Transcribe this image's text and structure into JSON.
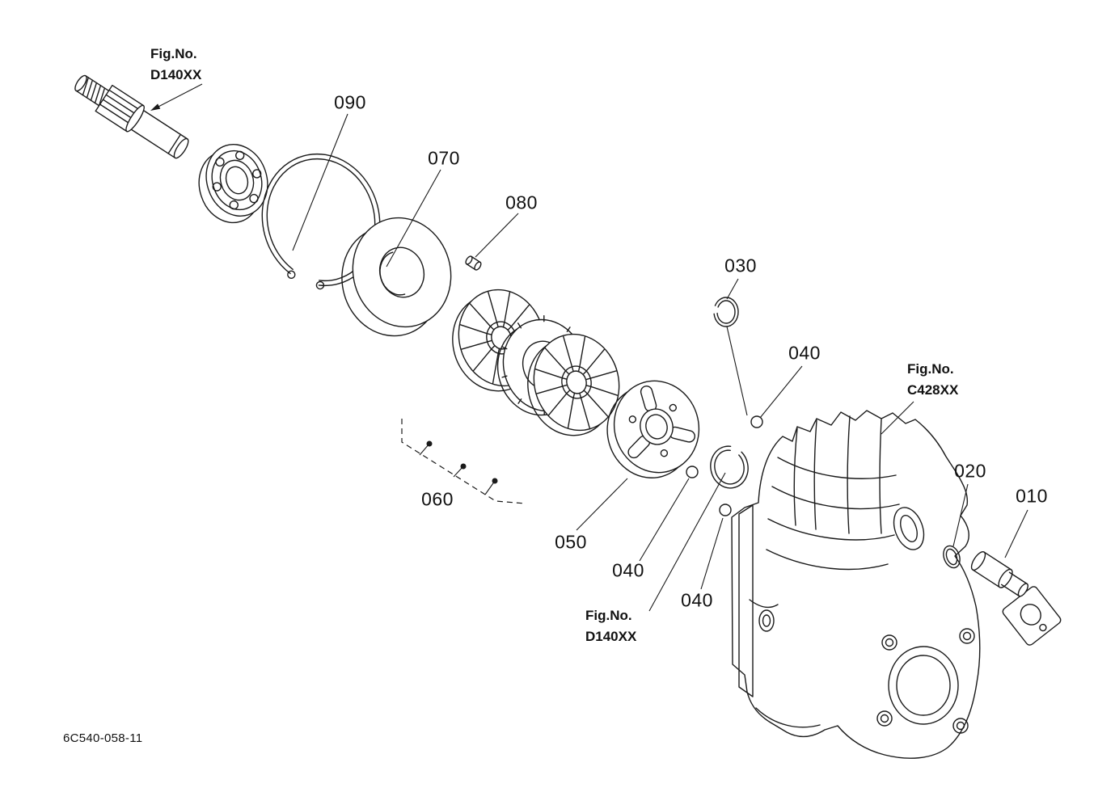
{
  "page": {
    "background": "#ffffff",
    "line_color": "#1a1a1a",
    "drawing_number": "6C540-058-11"
  },
  "fig_refs": {
    "top": {
      "line1": "Fig.No.",
      "line2": "D140XX"
    },
    "case": {
      "line1": "Fig.No.",
      "line2": "C428XX"
    },
    "bottom": {
      "line1": "Fig.No.",
      "line2": "D140XX"
    }
  },
  "part_labels": {
    "p010": "010",
    "p020": "020",
    "p030": "030",
    "p040_a": "040",
    "p040_b": "040",
    "p040_c": "040",
    "p050": "050",
    "p060": "060",
    "p070": "070",
    "p080": "080",
    "p090": "090"
  }
}
